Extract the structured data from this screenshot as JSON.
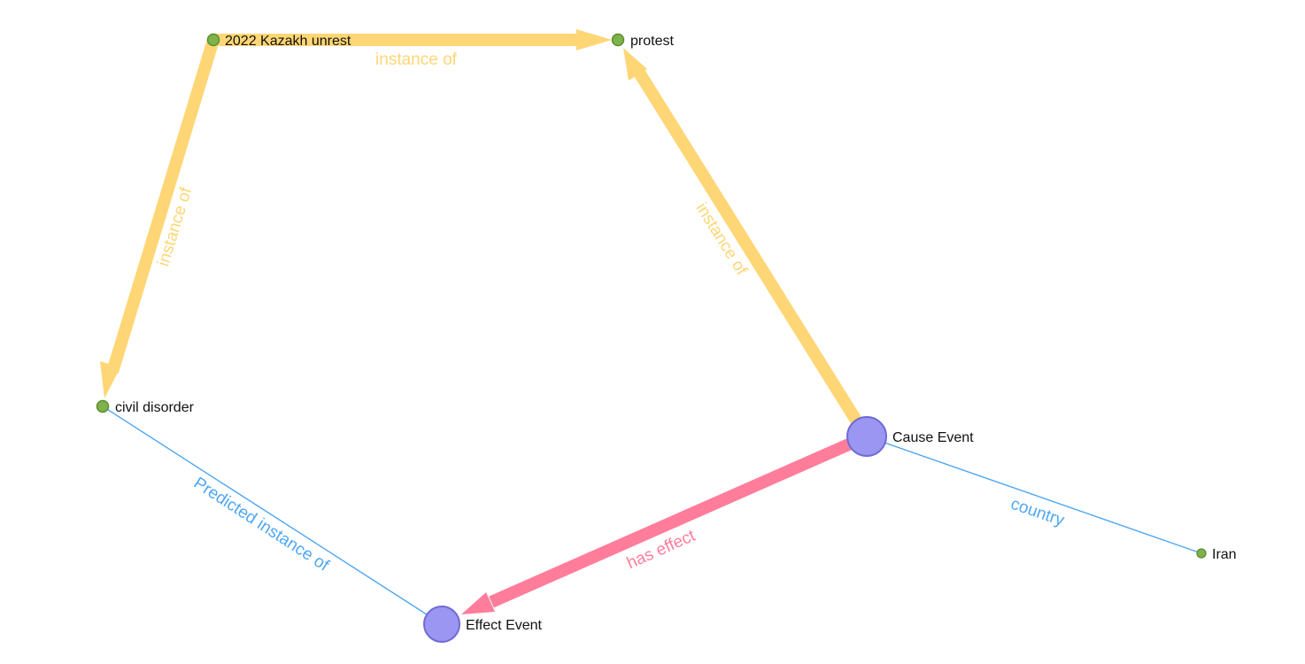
{
  "colors": {
    "instance_edge": "#fed675",
    "effect_edge": "#ff7d9b",
    "link_edge": "#4fa7f1",
    "small_node_fill": "#7fb24b",
    "small_node_stroke": "#5b8e2d",
    "event_node_fill": "#9a96f2",
    "event_node_stroke": "#6f6bd6"
  },
  "nodes": {
    "kazakh": {
      "label": "2022 Kazakh unrest"
    },
    "protest": {
      "label": "protest"
    },
    "civil": {
      "label": "civil disorder"
    },
    "cause": {
      "label": "Cause Event"
    },
    "effect": {
      "label": "Effect Event"
    },
    "iran": {
      "label": "Iran"
    }
  },
  "edges": {
    "kazakh_protest": {
      "label": "instance of"
    },
    "kazakh_civil": {
      "label": "instance of"
    },
    "cause_protest": {
      "label": "instance of"
    },
    "cause_effect": {
      "label": "has effect"
    },
    "cause_iran": {
      "label": "country"
    },
    "effect_civil": {
      "label": "Predicted instance of"
    }
  }
}
